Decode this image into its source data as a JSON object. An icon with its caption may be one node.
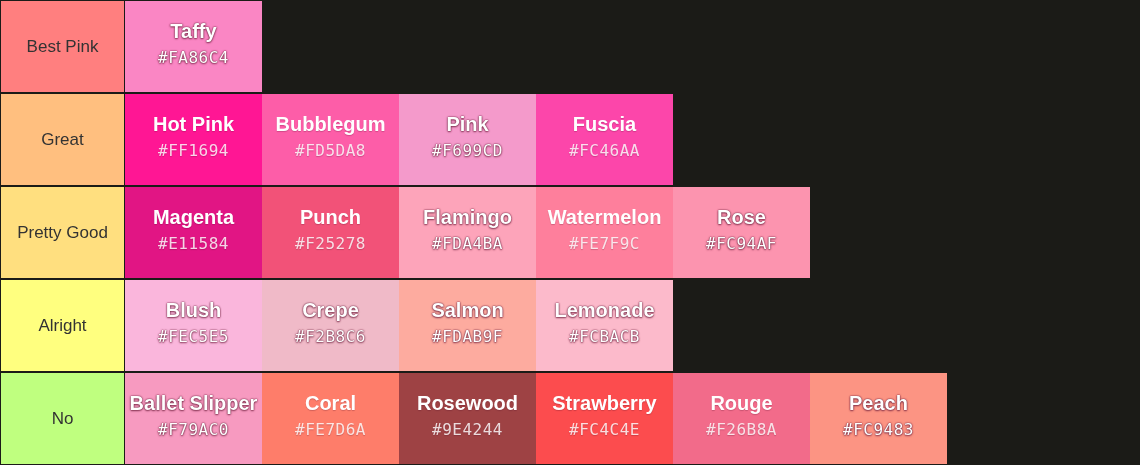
{
  "diagram": {
    "nodes": [
      {
        "text": [
          "Best Pink"
        ]
      },
      {
        "text": [
          "Taffy",
          "#FA86C4"
        ]
      },
      {
        "text": [
          "Great"
        ]
      },
      {
        "text": [
          "Hot Pink",
          "#FF1694"
        ]
      },
      {
        "text": [
          "Bubblegum",
          "#FD5DA8"
        ]
      },
      {
        "text": [
          "Pink",
          "#F699CD"
        ]
      },
      {
        "text": [
          "Fuscia",
          "#FC46AA"
        ]
      },
      {
        "text": [
          "Pretty Good"
        ]
      },
      {
        "text": [
          "Magenta",
          "#E11584"
        ]
      },
      {
        "text": [
          "Punch",
          "#F25278"
        ]
      },
      {
        "text": [
          "Flamingo",
          "#FDA4BA"
        ]
      },
      {
        "text": [
          "Watermelon",
          "#FE7F9C"
        ]
      },
      {
        "text": [
          "Rose",
          "#FC94AF"
        ]
      },
      {
        "text": [
          "Alright"
        ]
      },
      {
        "text": [
          "Blush",
          "#FEC5E5"
        ]
      },
      {
        "text": [
          "Crepe",
          "#F2B8C6"
        ]
      },
      {
        "text": [
          "Salmon",
          "#FDAB9F"
        ]
      },
      {
        "text": [
          "Lemonade",
          "#FCBACB"
        ]
      },
      {
        "text": [
          "No"
        ]
      },
      {
        "text": [
          "Ballet Slipper",
          "#F79AC0"
        ]
      },
      {
        "text": [
          "Coral",
          "#FE7D6A"
        ]
      },
      {
        "text": [
          "Rosewood",
          "#9E4244"
        ]
      },
      {
        "text": [
          "Strawberry",
          "#FC4C4E"
        ]
      },
      {
        "text": [
          "Rouge",
          "#F26B8A"
        ]
      },
      {
        "text": [
          "Peach",
          "#FC9483"
        ]
      }
    ]
  }
}
